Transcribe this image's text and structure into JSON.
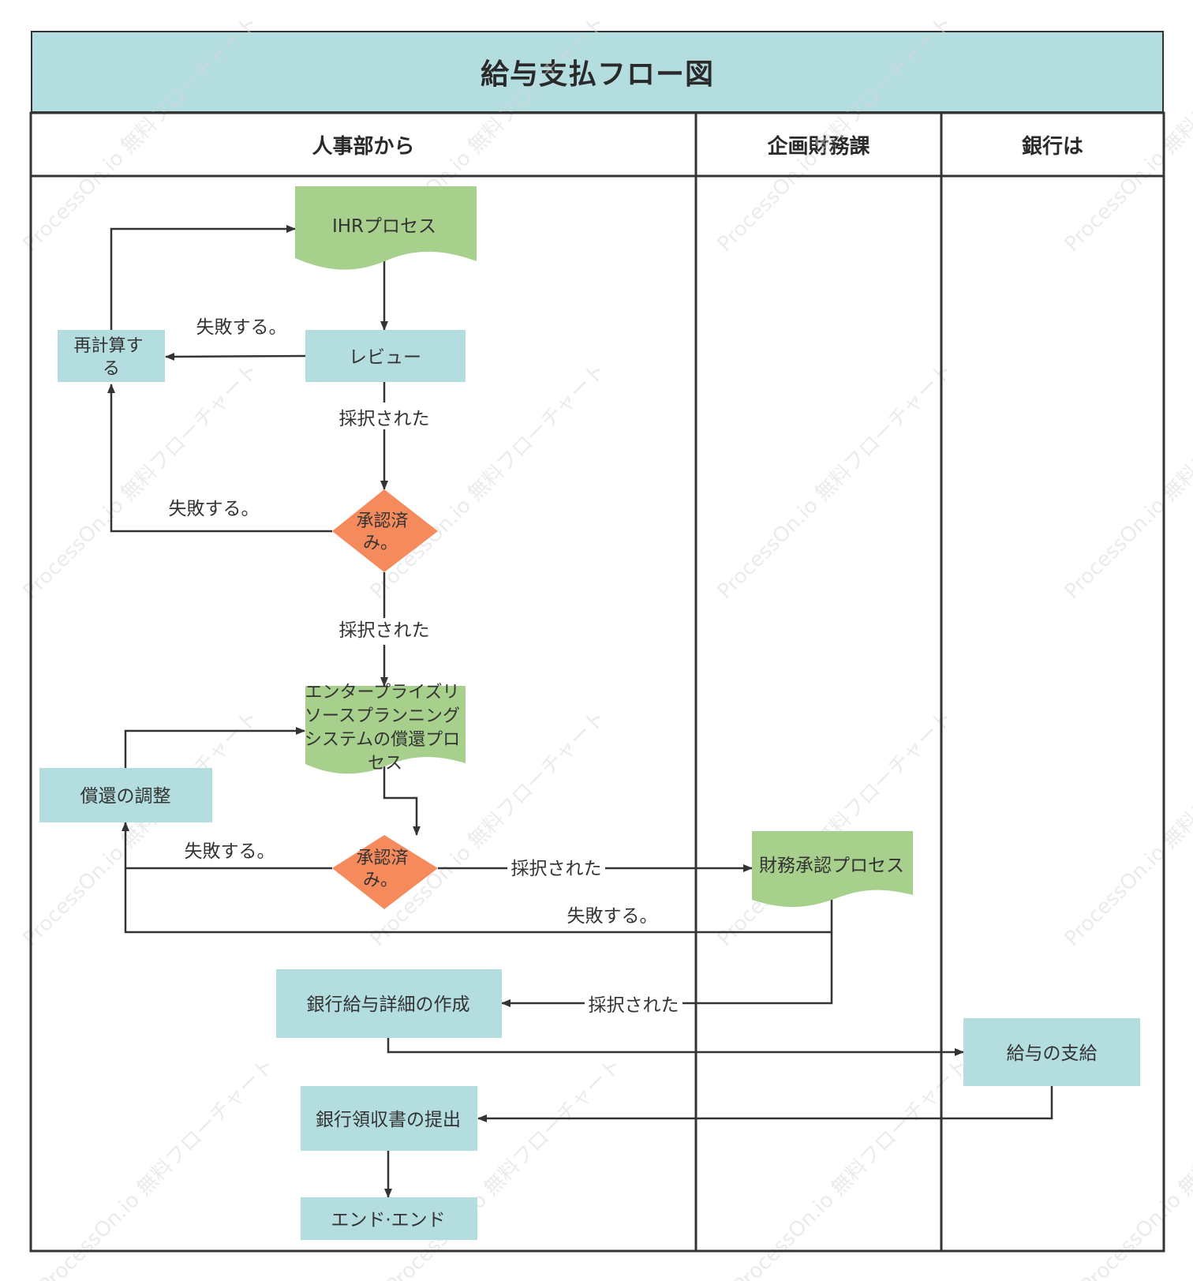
{
  "title": "給与支払フロー図",
  "lanes": [
    "人事部から",
    "企画財務課",
    "銀行は"
  ],
  "nodes": {
    "ihr_process": "IHRプロセス",
    "review": "レビュー",
    "recalculate": "再計算する",
    "approved_1": "承認済み。",
    "erp_process": "エンタープライズリソースプランニングシステムの償還プロセス",
    "adjust": "償還の調整",
    "approved_2": "承認済み。",
    "finance_approval": "財務承認プロセス",
    "bank_details": "銀行給与詳細の作成",
    "payment": "給与の支給",
    "bank_receipt": "銀行領収書の提出",
    "end": "エンド·エンド"
  },
  "edge_labels": {
    "fail": "失敗する。",
    "accepted": "採択された"
  },
  "watermark": "ProcessOn.io 無料フローチャート",
  "colors": {
    "header": "#b4dde0",
    "process": "#b4dde0",
    "document": "#a8d08d",
    "decision": "#f58b5c",
    "line": "#333333"
  }
}
